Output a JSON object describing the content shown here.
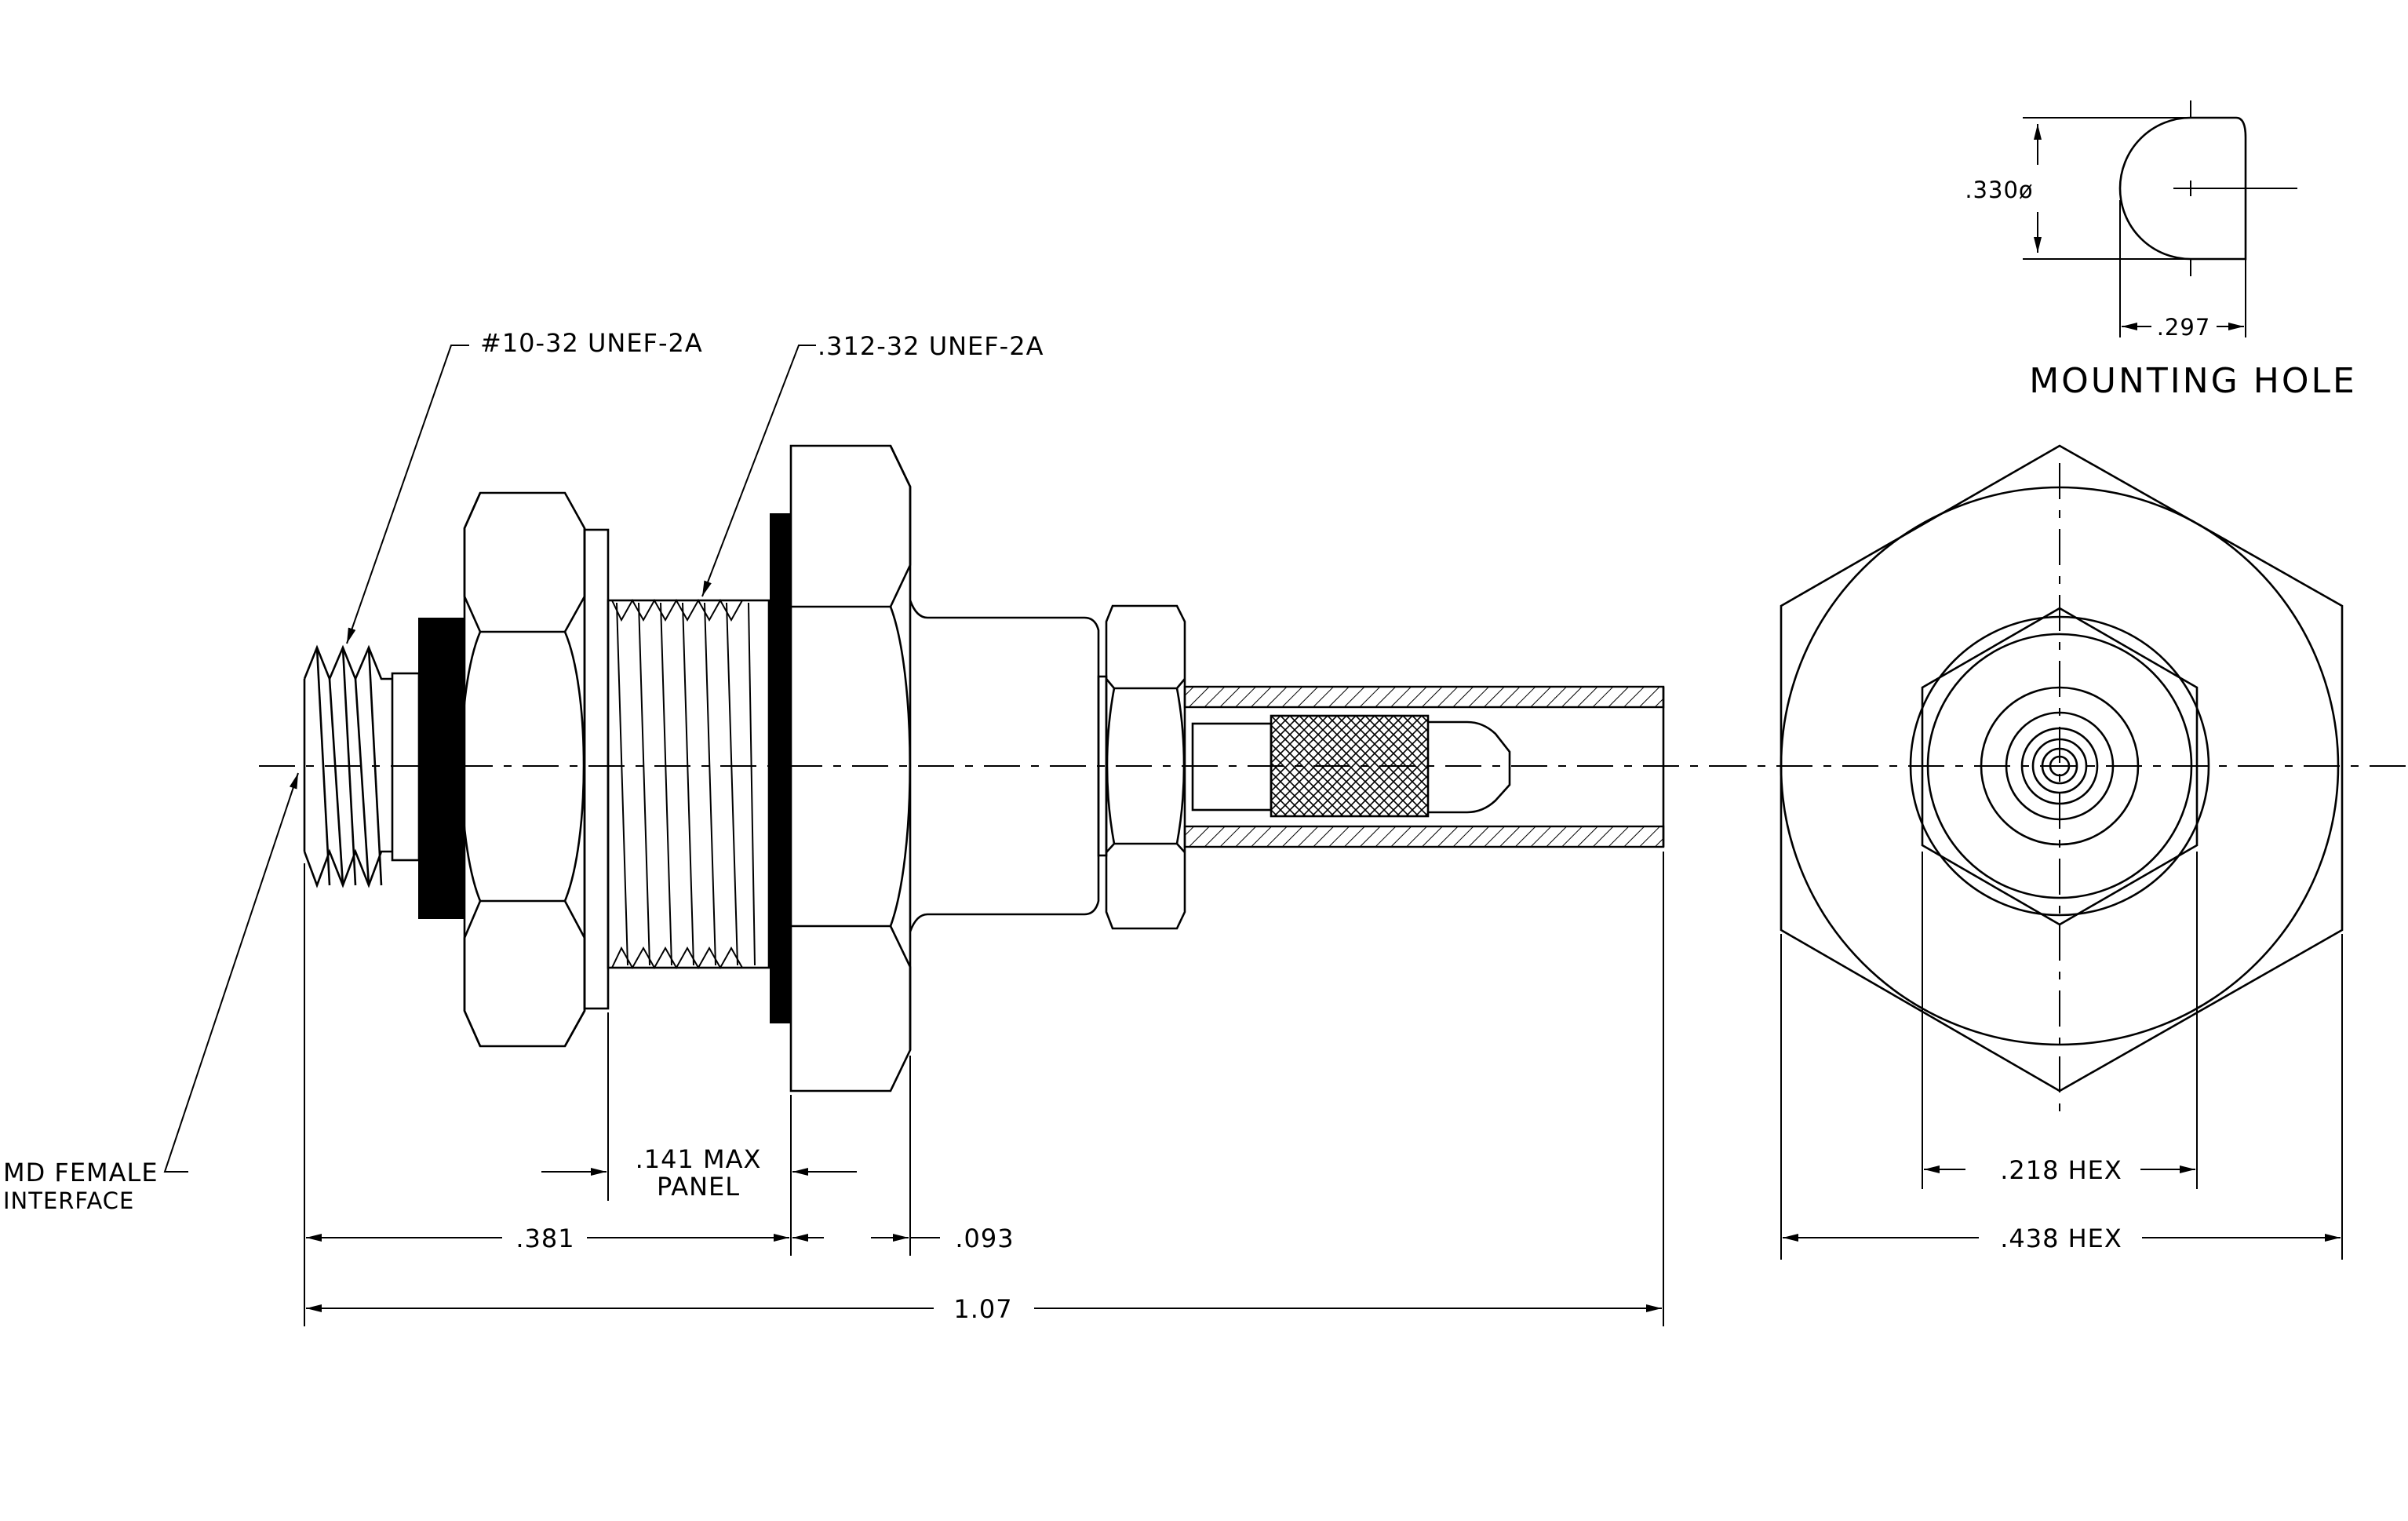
{
  "labels": {
    "thread_small": "#10-32  UNEF-2A",
    "thread_large": ".312-32  UNEF-2A",
    "interface_line1": "MD  FEMALE",
    "interface_line2": "INTERFACE",
    "panel_line1": ".141  MAX",
    "panel_line2": "PANEL",
    "dim_381": ".381",
    "dim_093": ".093",
    "dim_107": "1.07",
    "dim_218": ".218  HEX",
    "dim_438": ".438  HEX",
    "dim_330": ".330ø",
    "dim_297": ".297",
    "mounting_hole_title": "MOUNTING  HOLE"
  }
}
